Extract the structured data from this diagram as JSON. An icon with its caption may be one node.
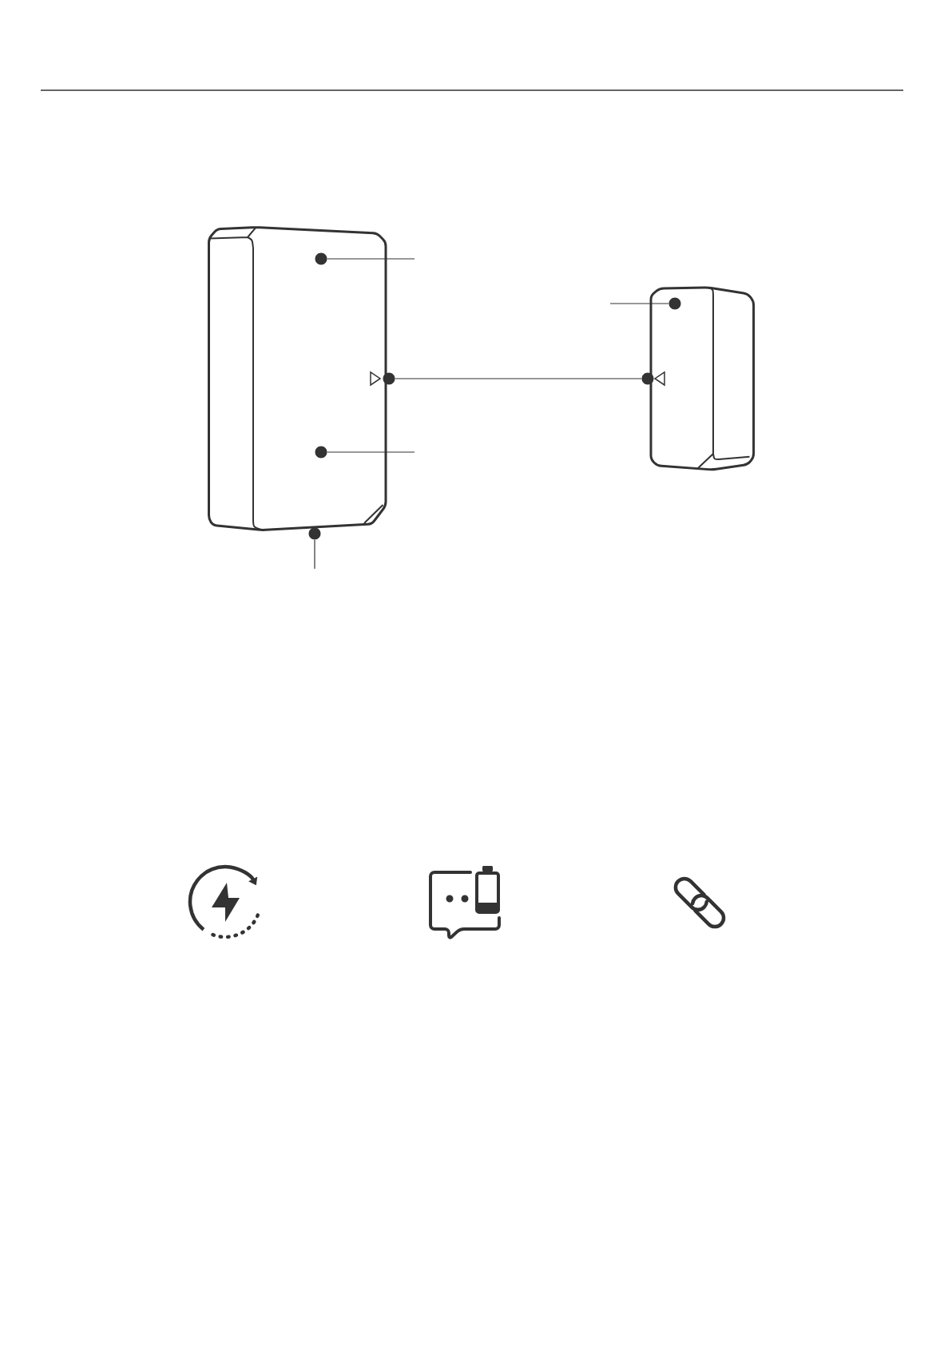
{
  "diagram": {
    "nodes": [
      {
        "text": [],
        "shape": "picture"
      },
      {
        "text": [],
        "shape": "picture"
      },
      {
        "text": [],
        "shape": "circle",
        "in": 0
      },
      {
        "text": [],
        "shape": "circle",
        "in": 0
      },
      {
        "text": [],
        "shape": "circle"
      },
      {
        "text": [],
        "shape": "circle"
      },
      {
        "text": [],
        "shape": "circle"
      },
      {
        "text": [],
        "shape": "circle",
        "in": 1
      }
    ],
    "edges": [
      {
        "from": null,
        "to": 2,
        "arrow": "none"
      },
      {
        "from": null,
        "to": 3,
        "arrow": "none"
      },
      {
        "from": null,
        "to": 4,
        "arrow": "none"
      },
      {
        "from": 5,
        "to": 6,
        "arrow": "none"
      },
      {
        "from": null,
        "to": 7,
        "arrow": "none"
      }
    ]
  }
}
